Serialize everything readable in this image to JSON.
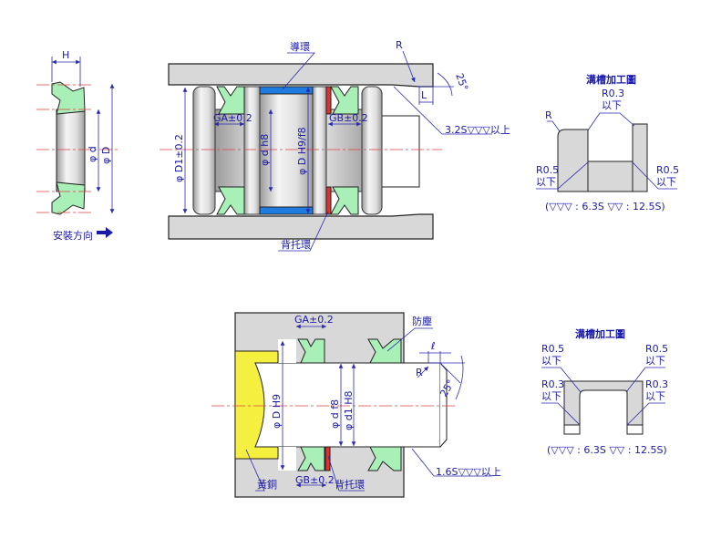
{
  "top_seal": {
    "h_label": "H",
    "d_label": "φ d",
    "D_label": "φ D",
    "install_direction": "安裝方向"
  },
  "piston_assembly": {
    "guide_ring": "導環",
    "backup_ring": "背托環",
    "r_label": "R",
    "l_label": "L",
    "angle": "25°",
    "ga": "GA±0.2",
    "gb": "GB±0.2",
    "d1": "φ D1±0.2",
    "dh8": "φ d h8",
    "dh9": "φ D H9/f8",
    "surface": "3.2S▽▽▽以上"
  },
  "groove_top": {
    "title": "溝槽加工圖",
    "r03": "R0.3",
    "below1": "以下",
    "r": "R",
    "r05_left": "R0.5",
    "below2": "以下",
    "r05_right": "R0.5",
    "below3": "以下",
    "note": "(▽▽▽ : 6.3S ▽▽ : 12.5S)"
  },
  "rod_assembly": {
    "ga": "GA±0.2",
    "gb": "GB±0.2",
    "wiper": "防塵",
    "brass": "黃銅",
    "backup_ring": "背托環",
    "dH9": "φ D H9",
    "df8": "φ d f8",
    "d1H8": "φ d1 H8",
    "r_label": "R",
    "l_label": "ℓ",
    "angle": "25°",
    "surface": "1.6S▽▽▽以上"
  },
  "groove_bottom": {
    "title": "溝槽加工圖",
    "r05_left": "R0.5",
    "b1": "以下",
    "r05_right": "R0.5",
    "b2": "以下",
    "r03_left": "R0.3",
    "b3": "以下",
    "r03_right": "R0.3",
    "b4": "以下",
    "note": "(▽▽▽ : 6.3S ▽▽ : 12.5S)"
  },
  "colors": {
    "seal": "#a8f0b8",
    "guide": "#1e7be0",
    "backup": "#e03030",
    "brass": "#f5f040",
    "label": "#1a1aa8"
  }
}
